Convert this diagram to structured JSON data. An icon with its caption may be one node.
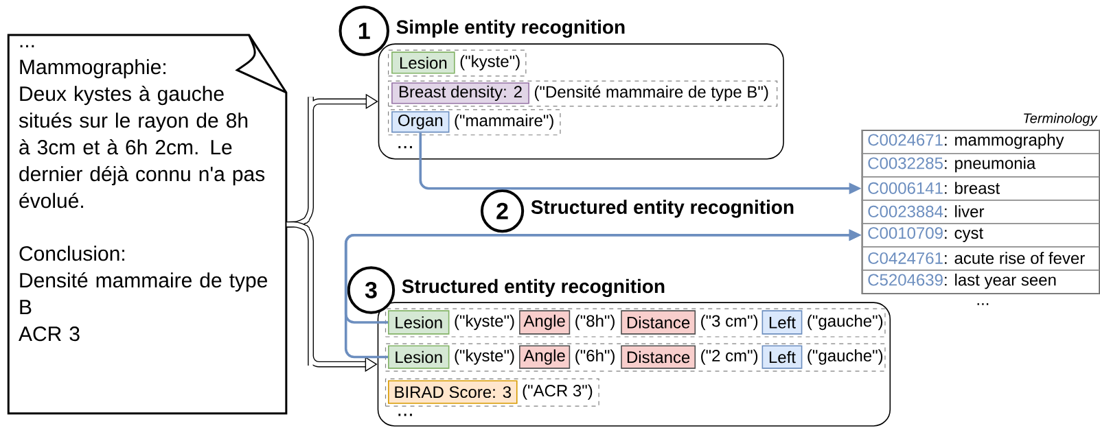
{
  "diagram": {
    "nodes": [
      {
        "text": [
          "...",
          "Mammographie:",
          "Deux kystes à gauche situés sur le rayon de 8h à 3cm et à 6h 2cm. Le dernier déjà connu n'a pas évolué.",
          "Conclusion:",
          "Densité mammaire de type B",
          "ACR 3"
        ]
      },
      {
        "text": [
          "1"
        ],
        "beside": [
          "Simple entity recognition"
        ]
      },
      {
        "text": [
          "..."
        ]
      },
      {
        "text": [
          "(\"kyste\")"
        ],
        "in": 2
      },
      {
        "text": [
          "Lesion"
        ],
        "in": 3
      },
      {
        "text": [
          "(\"Densité mammaire de type B\")"
        ],
        "in": 2
      },
      {
        "text": [
          "Breast density: 2"
        ],
        "in": 5
      },
      {
        "text": [
          "(\"mammaire\")"
        ],
        "in": 2
      },
      {
        "text": [
          "Organ"
        ],
        "in": 7
      },
      {
        "text": [
          "2"
        ],
        "beside": [
          "Structured entity recognition"
        ]
      },
      {
        "text": [
          "Terminology"
        ],
        "beside": [
          "..."
        ]
      },
      {
        "text": [
          "C0024671",
          ": mammography"
        ],
        "in": 10
      },
      {
        "text": [
          "C0032285",
          ": pneumonia"
        ],
        "in": 10
      },
      {
        "text": [
          "C0006141",
          ": breast"
        ],
        "in": 10
      },
      {
        "text": [
          "C0023884",
          ": liver"
        ],
        "in": 10
      },
      {
        "text": [
          "C0010709",
          ": cyst"
        ],
        "in": 10
      },
      {
        "text": [
          "C0424761",
          ": acute rise of fever"
        ],
        "in": 10
      },
      {
        "text": [
          "C5204639",
          ": last year seen"
        ],
        "in": 10
      },
      {
        "text": [
          "3"
        ],
        "beside": [
          "Structured entity recognition"
        ]
      },
      {
        "text": [
          "..."
        ]
      },
      {
        "text": [
          "(\"kyste\")",
          "(\"8h\")",
          "(\"3 cm\")",
          "(\"gauche\")"
        ],
        "in": 19
      },
      {
        "text": [
          "Lesion"
        ],
        "in": 20
      },
      {
        "text": [
          "Angle"
        ],
        "in": 20
      },
      {
        "text": [
          "Distance"
        ],
        "in": 20
      },
      {
        "text": [
          "Left"
        ],
        "in": 20
      },
      {
        "text": [
          "(\"kyste\")",
          "(\"6h\")",
          "(\"2 cm\")",
          "(\"gauche\")"
        ],
        "in": 19
      },
      {
        "text": [
          "Lesion"
        ],
        "in": 25
      },
      {
        "text": [
          "Angle"
        ],
        "in": 25
      },
      {
        "text": [
          "Distance"
        ],
        "in": 25
      },
      {
        "text": [
          "Left"
        ],
        "in": 25
      },
      {
        "text": [
          "(\"ACR 3\")"
        ],
        "in": 19
      },
      {
        "text": [
          "BIRAD Score: 3"
        ],
        "in": 30
      }
    ],
    "edges": [
      {
        "from": 0,
        "to": 2,
        "arrow": "to",
        "style": "thick",
        "color": "#000000"
      },
      {
        "from": 0,
        "to": 19,
        "arrow": "to",
        "style": "thick",
        "color": "#000000"
      },
      {
        "from": 8,
        "to": 13,
        "arrow": "to"
      },
      {
        "from": 21,
        "to": 15,
        "arrow": "to"
      },
      {
        "from": 26,
        "to": 15,
        "arrow": "to"
      }
    ]
  }
}
